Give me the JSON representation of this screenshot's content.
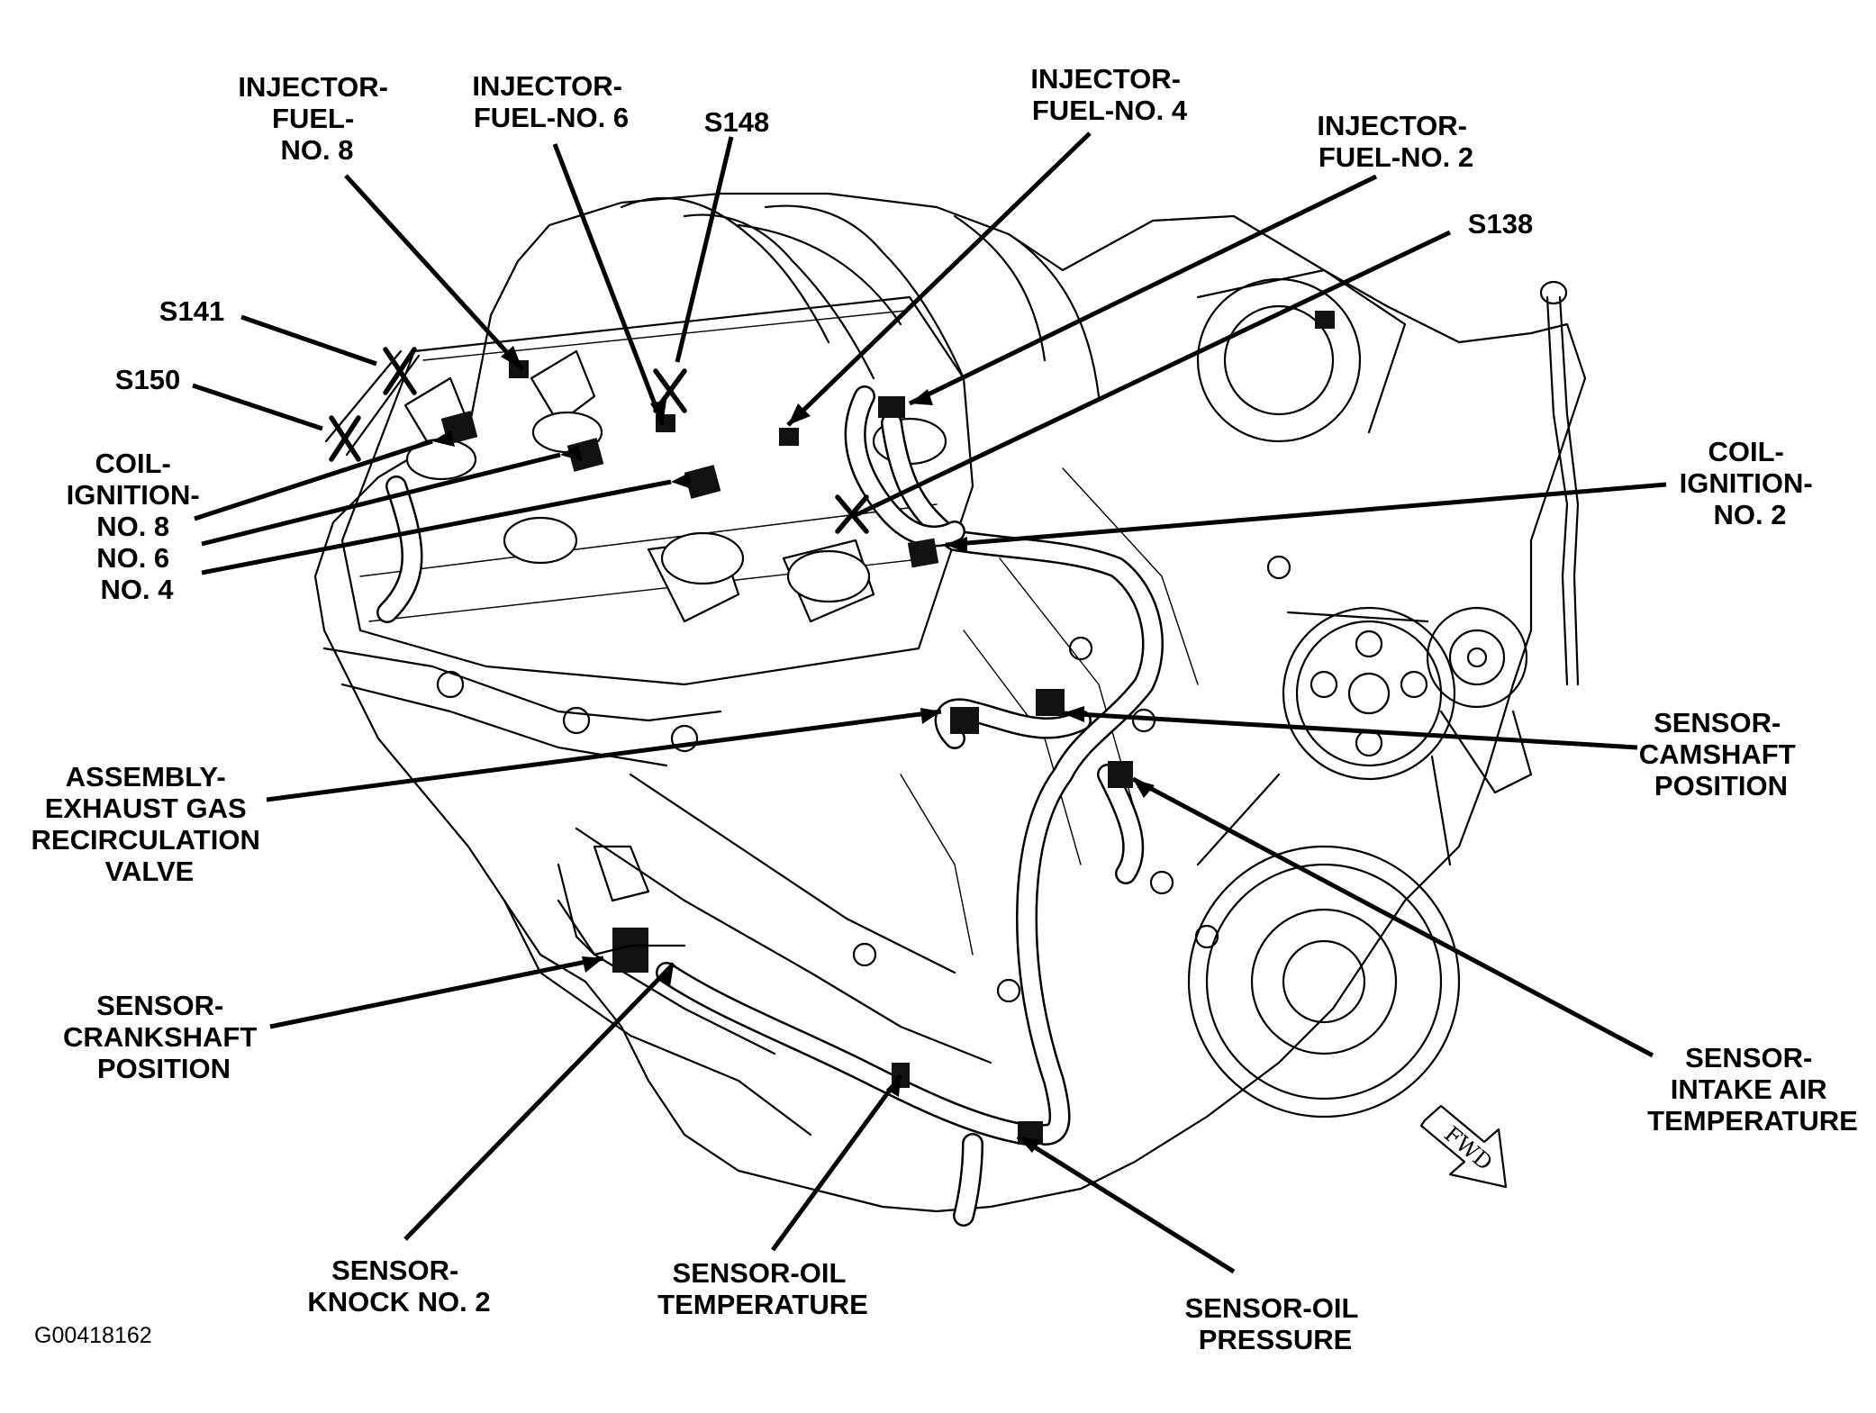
{
  "figure_id": "G00418162",
  "direction_label": "FWD",
  "labels": {
    "injector_fuel_8": [
      "INJECTOR-",
      "FUEL-",
      "NO. 8"
    ],
    "injector_fuel_6": [
      "INJECTOR-",
      "FUEL-NO. 6"
    ],
    "s148": "S148",
    "injector_fuel_4": [
      "INJECTOR-",
      "FUEL-NO. 4"
    ],
    "injector_fuel_2": [
      "INJECTOR-",
      "FUEL-NO. 2"
    ],
    "s138": "S138",
    "s141": "S141",
    "s150": "S150",
    "coil_ignition_left": [
      "COIL-",
      "IGNITION-",
      "NO. 8",
      "NO. 6",
      "NO. 4"
    ],
    "coil_ignition_2": [
      "COIL-",
      "IGNITION-",
      "NO. 2"
    ],
    "sensor_camshaft": [
      "SENSOR-",
      "CAMSHAFT",
      "POSITION"
    ],
    "egr_valve": [
      "ASSEMBLY-",
      "EXHAUST GAS",
      "RECIRCULATION",
      "VALVE"
    ],
    "sensor_crankshaft": [
      "SENSOR-",
      "CRANKSHAFT",
      "POSITION"
    ],
    "sensor_intake_air": [
      "SENSOR-",
      "INTAKE AIR",
      "TEMPERATURE"
    ],
    "sensor_knock_2": [
      "SENSOR-",
      "KNOCK NO. 2"
    ],
    "sensor_oil_temp": [
      "SENSOR-OIL",
      "TEMPERATURE"
    ],
    "sensor_oil_pressure": [
      "SENSOR-OIL",
      "PRESSURE"
    ]
  }
}
